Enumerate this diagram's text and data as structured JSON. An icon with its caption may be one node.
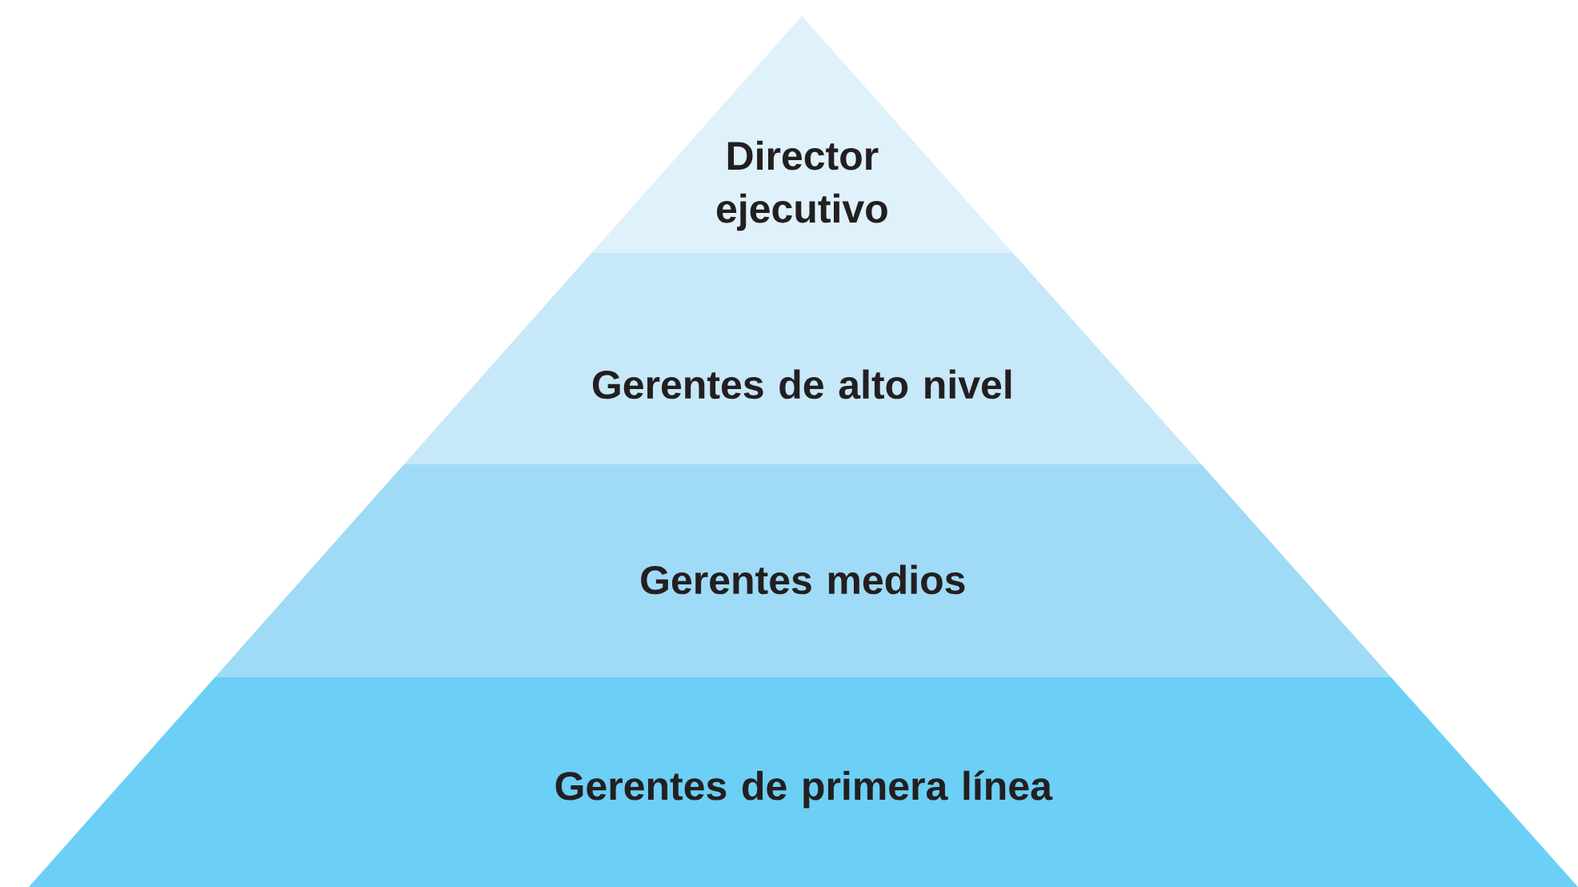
{
  "diagram": {
    "nodes": [
      {
        "text": [
          "Director ejecutivo"
        ]
      },
      {
        "text": [
          "Gerentes de alto nivel"
        ]
      },
      {
        "text": [
          "Gerentes medios"
        ]
      },
      {
        "text": [
          "Gerentes de primera línea"
        ]
      }
    ]
  }
}
